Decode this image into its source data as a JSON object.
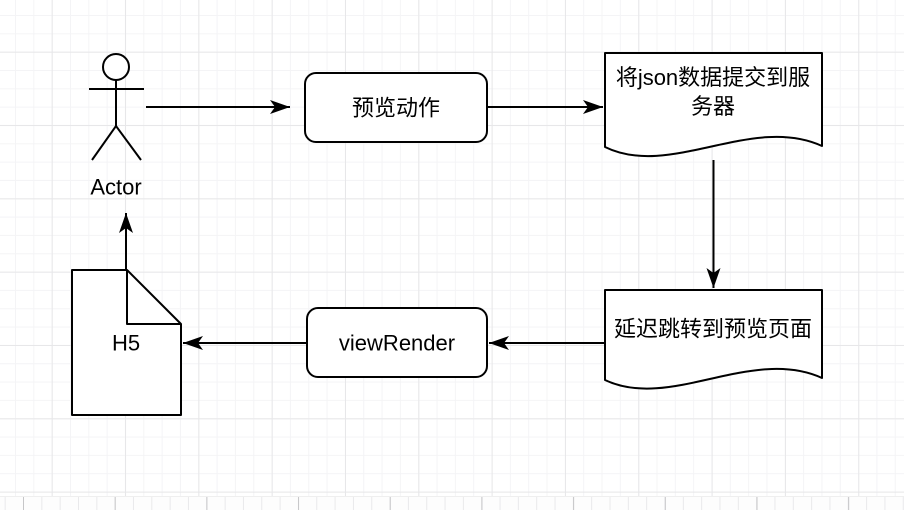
{
  "canvas": {
    "background_color": "#ffffff",
    "grid_minor_color": "#f4f4f6",
    "grid_major_color": "#e7e7e9",
    "ruler_tick_minor_color": "#e9e9eb",
    "ruler_tick_major_color": "#c6c6c8"
  },
  "diagram": {
    "stroke_color": "#000000",
    "shape_fill_color": "#ffffff",
    "text_color": "#000000",
    "nodes": [
      {
        "id": "actor",
        "shape": "actor-stick-figure",
        "label": "Actor"
      },
      {
        "id": "preview-action",
        "shape": "rounded-rectangle",
        "label": "预览动作"
      },
      {
        "id": "submit-json",
        "shape": "document",
        "label": "将json数据提交到服务器"
      },
      {
        "id": "delay-redirect",
        "shape": "document",
        "label": "延迟跳转到预览页面"
      },
      {
        "id": "view-render",
        "shape": "rounded-rectangle",
        "label": "viewRender"
      },
      {
        "id": "h5-page",
        "shape": "note",
        "label": "H5"
      }
    ],
    "edges": [
      {
        "id": "actor-to-preview",
        "from": "actor",
        "to": "preview-action",
        "direction": "right"
      },
      {
        "id": "preview-to-submit",
        "from": "preview-action",
        "to": "submit-json",
        "direction": "right"
      },
      {
        "id": "submit-to-delay",
        "from": "submit-json",
        "to": "delay-redirect",
        "direction": "down"
      },
      {
        "id": "delay-to-viewrender",
        "from": "delay-redirect",
        "to": "view-render",
        "direction": "left"
      },
      {
        "id": "viewrender-to-h5",
        "from": "view-render",
        "to": "h5-page",
        "direction": "left"
      },
      {
        "id": "h5-to-actor",
        "from": "h5-page",
        "to": "actor",
        "direction": "up"
      }
    ]
  }
}
